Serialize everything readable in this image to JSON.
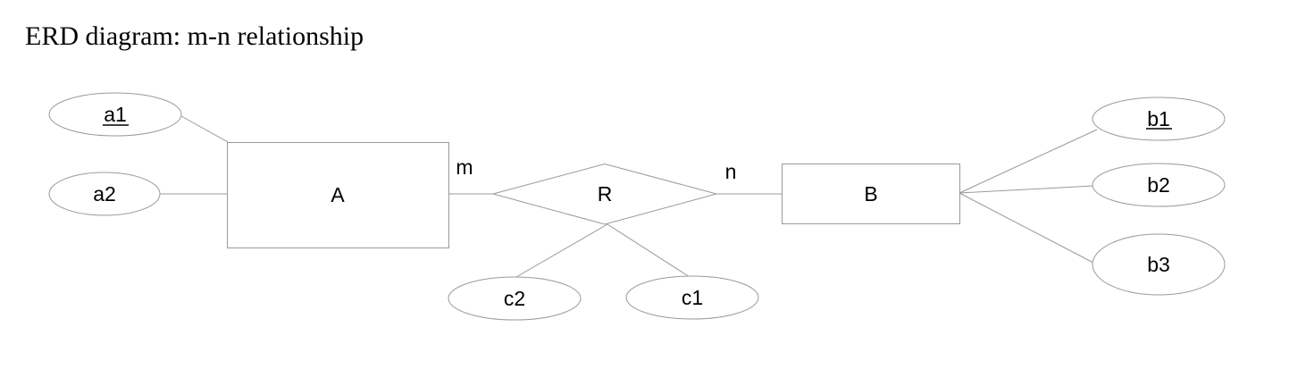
{
  "title": "ERD diagram: m-n relationship",
  "colors": {
    "stroke": "#999999",
    "text": "#000000",
    "background": "#ffffff"
  },
  "entities": [
    {
      "id": "A",
      "label": "A"
    },
    {
      "id": "B",
      "label": "B"
    }
  ],
  "relationship": {
    "id": "R",
    "label": "R"
  },
  "cardinality": {
    "left": "m",
    "right": "n"
  },
  "attributes": [
    {
      "id": "a1",
      "label": "a1",
      "key": true,
      "owner": "A"
    },
    {
      "id": "a2",
      "label": "a2",
      "key": false,
      "owner": "A"
    },
    {
      "id": "b1",
      "label": "b1",
      "key": true,
      "owner": "B"
    },
    {
      "id": "b2",
      "label": "b2",
      "key": false,
      "owner": "B"
    },
    {
      "id": "b3",
      "label": "b3",
      "key": false,
      "owner": "B"
    },
    {
      "id": "c1",
      "label": "c1",
      "key": false,
      "owner": "R"
    },
    {
      "id": "c2",
      "label": "c2",
      "key": false,
      "owner": "R"
    }
  ]
}
